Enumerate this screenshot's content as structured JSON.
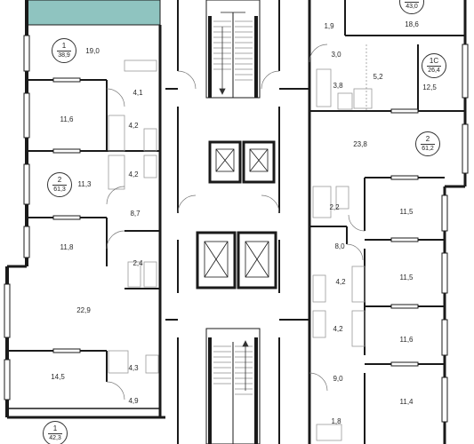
{
  "colors": {
    "wall": "#1a1a1a",
    "thin": "#555555",
    "highlight": "#8fc4c0",
    "fixture": "#999999"
  },
  "apartments": [
    {
      "id": "apt-left-1",
      "number": "1",
      "area": "38,9"
    },
    {
      "id": "apt-left-2",
      "number": "2",
      "area": "61,3"
    },
    {
      "id": "apt-left-3",
      "number": "1",
      "area": "42,3"
    },
    {
      "id": "apt-right-top",
      "area": "43,0"
    },
    {
      "id": "apt-right-1c",
      "number": "1С",
      "area": "26,4"
    },
    {
      "id": "apt-right-2",
      "number": "2",
      "area": "61,2"
    }
  ],
  "rooms": [
    "19,0",
    "4,1",
    "11,6",
    "4,2",
    "4,2",
    "11,3",
    "8,7",
    "11,8",
    "2,4",
    "22,9",
    "14,5",
    "4,3",
    "4,9",
    "1,9",
    "18,6",
    "3,0",
    "5,2",
    "3,8",
    "12,5",
    "23,8",
    "2,2",
    "11,5",
    "8,0",
    "11,5",
    "4,2",
    "4,2",
    "11,6",
    "9,0",
    "11,4",
    "1,8"
  ]
}
